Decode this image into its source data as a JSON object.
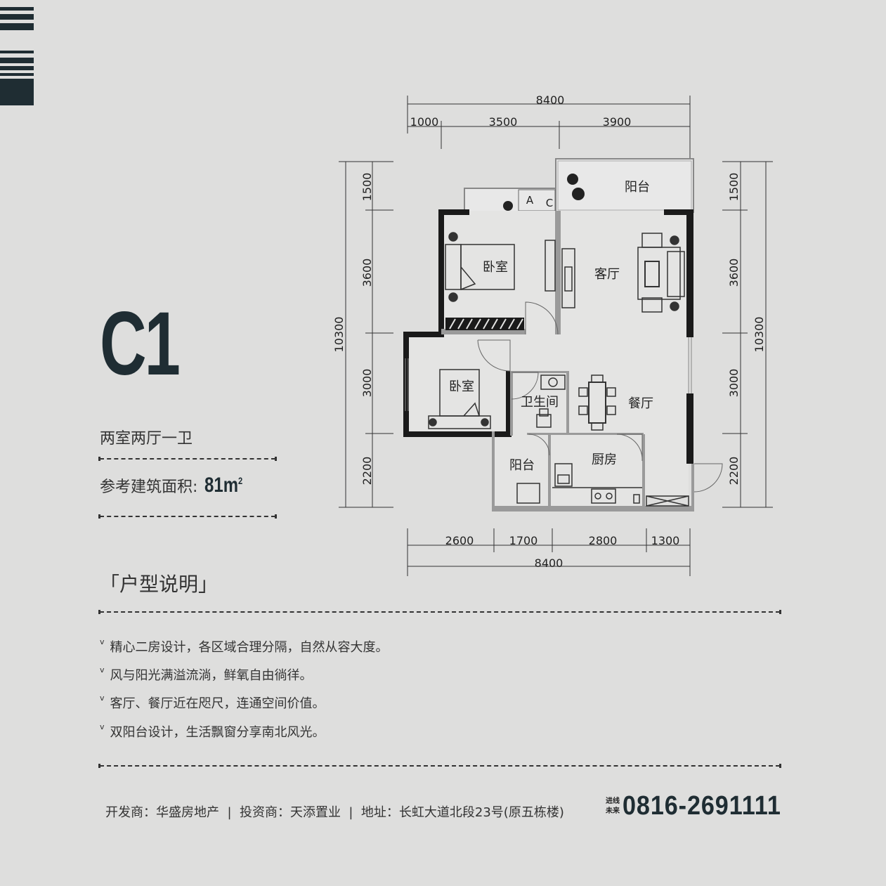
{
  "unit": {
    "code": "C1",
    "layout_type": "两室两厅一卫",
    "area_label": "参考建筑面积:",
    "area_value": "81m",
    "area_unit_sup": "2"
  },
  "plan": {
    "dims_top_total": "8400",
    "dims_top": [
      "1000",
      "3500",
      "3900"
    ],
    "dims_bottom": [
      "2600",
      "1700",
      "2800",
      "1300"
    ],
    "dims_bottom_total": "8400",
    "dims_left": [
      "1500",
      "3600",
      "3000",
      "2200"
    ],
    "dims_left_total": "10300",
    "dims_right": [
      "1500",
      "3600",
      "3000",
      "2200"
    ],
    "dims_right_total": "10300",
    "rooms": {
      "balcony_north": "阳台",
      "bedroom_master": "卧室",
      "living_room": "客厅",
      "bedroom_second": "卧室",
      "bathroom": "卫生间",
      "dining_room": "餐厅",
      "balcony_south": "阳台",
      "kitchen": "厨房"
    },
    "ac_label_a": "A",
    "ac_label_c": "C"
  },
  "description": {
    "heading": "「户型说明」",
    "items": [
      "精心二房设计，各区域合理分隔，自然从容大度。",
      "风与阳光满溢流淌，鲜氧自由徜徉。",
      "客厅、餐厅近在咫尺，连通空间价值。",
      "双阳台设计，生活飘窗分享南北风光。"
    ],
    "bullet": "v"
  },
  "footer": {
    "info": "开发商：华盛房地产  |  投资商：天添置业  |  地址：长虹大道北段23号(原五栋楼)",
    "phone_label": "进线未来",
    "phone": "0816-2691111"
  },
  "colors": {
    "background": "#dededd",
    "brand_dark": "#1f2d33",
    "wall": "#1a1a1a"
  }
}
